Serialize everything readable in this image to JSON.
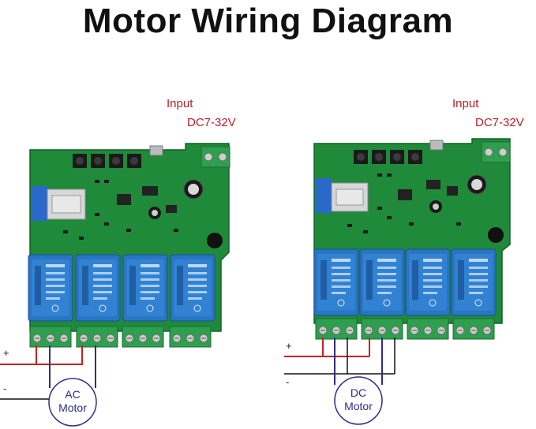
{
  "title": "Motor Wiring Diagram",
  "colors": {
    "pcb": "#1f8a3a",
    "relay": "#2a74c4",
    "terminal": "#2e9e4f",
    "wire_pos": "#cc1f1f",
    "wire_neg": "#111111",
    "wire_motor": "#2b2f8a",
    "label_red": "#b3202a"
  },
  "left_board": {
    "input_label": "Input",
    "input_voltage": "DC7-32V",
    "plus": "+",
    "minus": "-",
    "motor_line1": "AC",
    "motor_line2": "Motor"
  },
  "right_board": {
    "input_label": "Input",
    "input_voltage": "DC7-32V",
    "plus": "+",
    "minus": "-",
    "motor_line1": "DC",
    "motor_line2": "Motor"
  }
}
